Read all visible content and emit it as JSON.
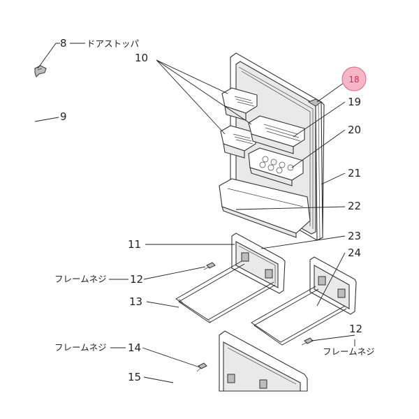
{
  "labels": {
    "p8": "8",
    "p8_name": "ドアストッパ",
    "p9": "9",
    "p10": "10",
    "p11": "11",
    "p12a": "12",
    "p12a_name": "フレームネジ",
    "p12b": "12",
    "p12b_name": "フレームネジ",
    "p13": "13",
    "p14": "14",
    "p14_name": "フレームネジ",
    "p15": "15",
    "p18": "18",
    "p19": "19",
    "p20": "20",
    "p21": "21",
    "p22": "22",
    "p23": "23",
    "p24": "24"
  },
  "colors": {
    "highlight_fill": "#f7b5c8",
    "highlight_stroke": "#e0607e",
    "highlight_text": "#d0304f",
    "line": "#222222"
  }
}
